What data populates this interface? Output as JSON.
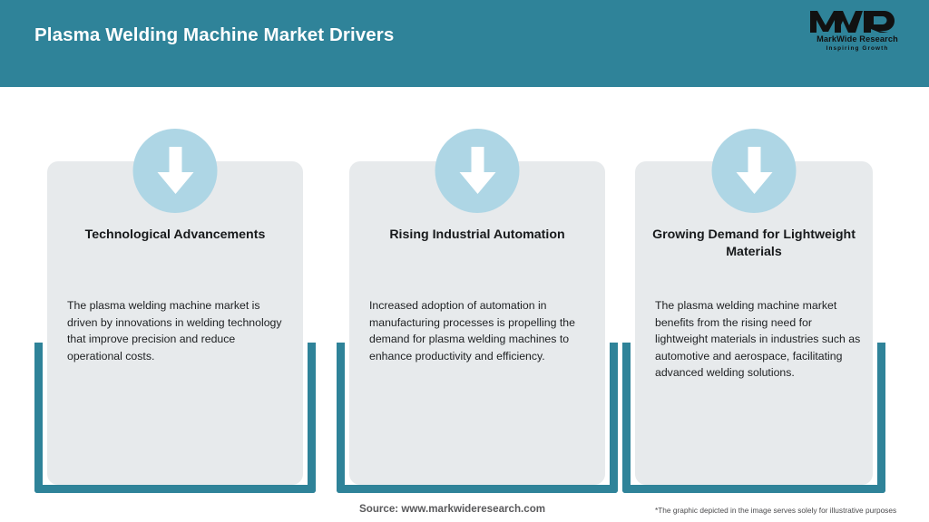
{
  "header": {
    "title": "Plasma Welding Machine Market Drivers",
    "background_color": "#2f8399",
    "text_color": "#ffffff"
  },
  "logo": {
    "mark": "MWR",
    "name": "MarkWide Research",
    "tagline": "Inspiring Growth"
  },
  "theme": {
    "accent": "#2f8399",
    "card_background": "#e7eaec",
    "icon_circle": "#aed6e5",
    "arrow": "#ffffff"
  },
  "cards": [
    {
      "icon": "arrow-down-icon",
      "title": "Technological Advancements",
      "body": "The plasma welding machine market is driven by innovations in welding technology that improve precision and reduce operational costs."
    },
    {
      "icon": "arrow-down-icon",
      "title": "Rising Industrial Automation",
      "body": "Increased adoption of automation in manufacturing processes is propelling the demand for plasma welding machines to enhance productivity and efficiency."
    },
    {
      "icon": "arrow-down-icon",
      "title": "Growing Demand for Lightweight Materials",
      "body": "The plasma welding machine market benefits from the rising need for lightweight materials in industries such as automotive and aerospace, facilitating advanced welding solutions."
    }
  ],
  "footer": {
    "source": "Source: www.markwideresearch.com",
    "disclaimer": "*The graphic depicted in the image serves solely for illustrative purposes"
  }
}
